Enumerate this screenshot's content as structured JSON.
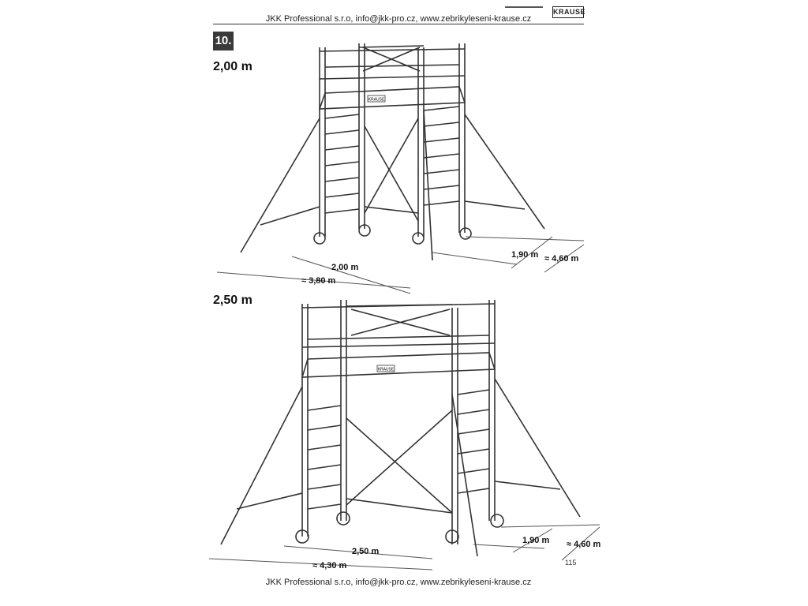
{
  "header": {
    "text": "JKK Professional s.r.o, info@jkk-pro.cz, www.zebrikyleseni-krause.cz",
    "brand": "KRAUSE"
  },
  "step": {
    "number": "10."
  },
  "sections": [
    {
      "title": "2,00 m",
      "plate_label": "KRAUSE",
      "dimensions": {
        "width": "2,00 m",
        "length": "1,90 m",
        "base_length": "≈ 3,80 m",
        "base_width": "≈ 4,60 m"
      }
    },
    {
      "title": "2,50 m",
      "plate_label": "KRAUSE",
      "dimensions": {
        "width": "2,50 m",
        "length": "1,90 m",
        "base_length": "≈ 4,30 m",
        "base_width": "≈ 4,60 m"
      }
    }
  ],
  "page_number": "115",
  "footer": {
    "text": "JKK Professional s.r.o, info@jkk-pro.cz, www.zebrikyleseni-krause.cz"
  }
}
